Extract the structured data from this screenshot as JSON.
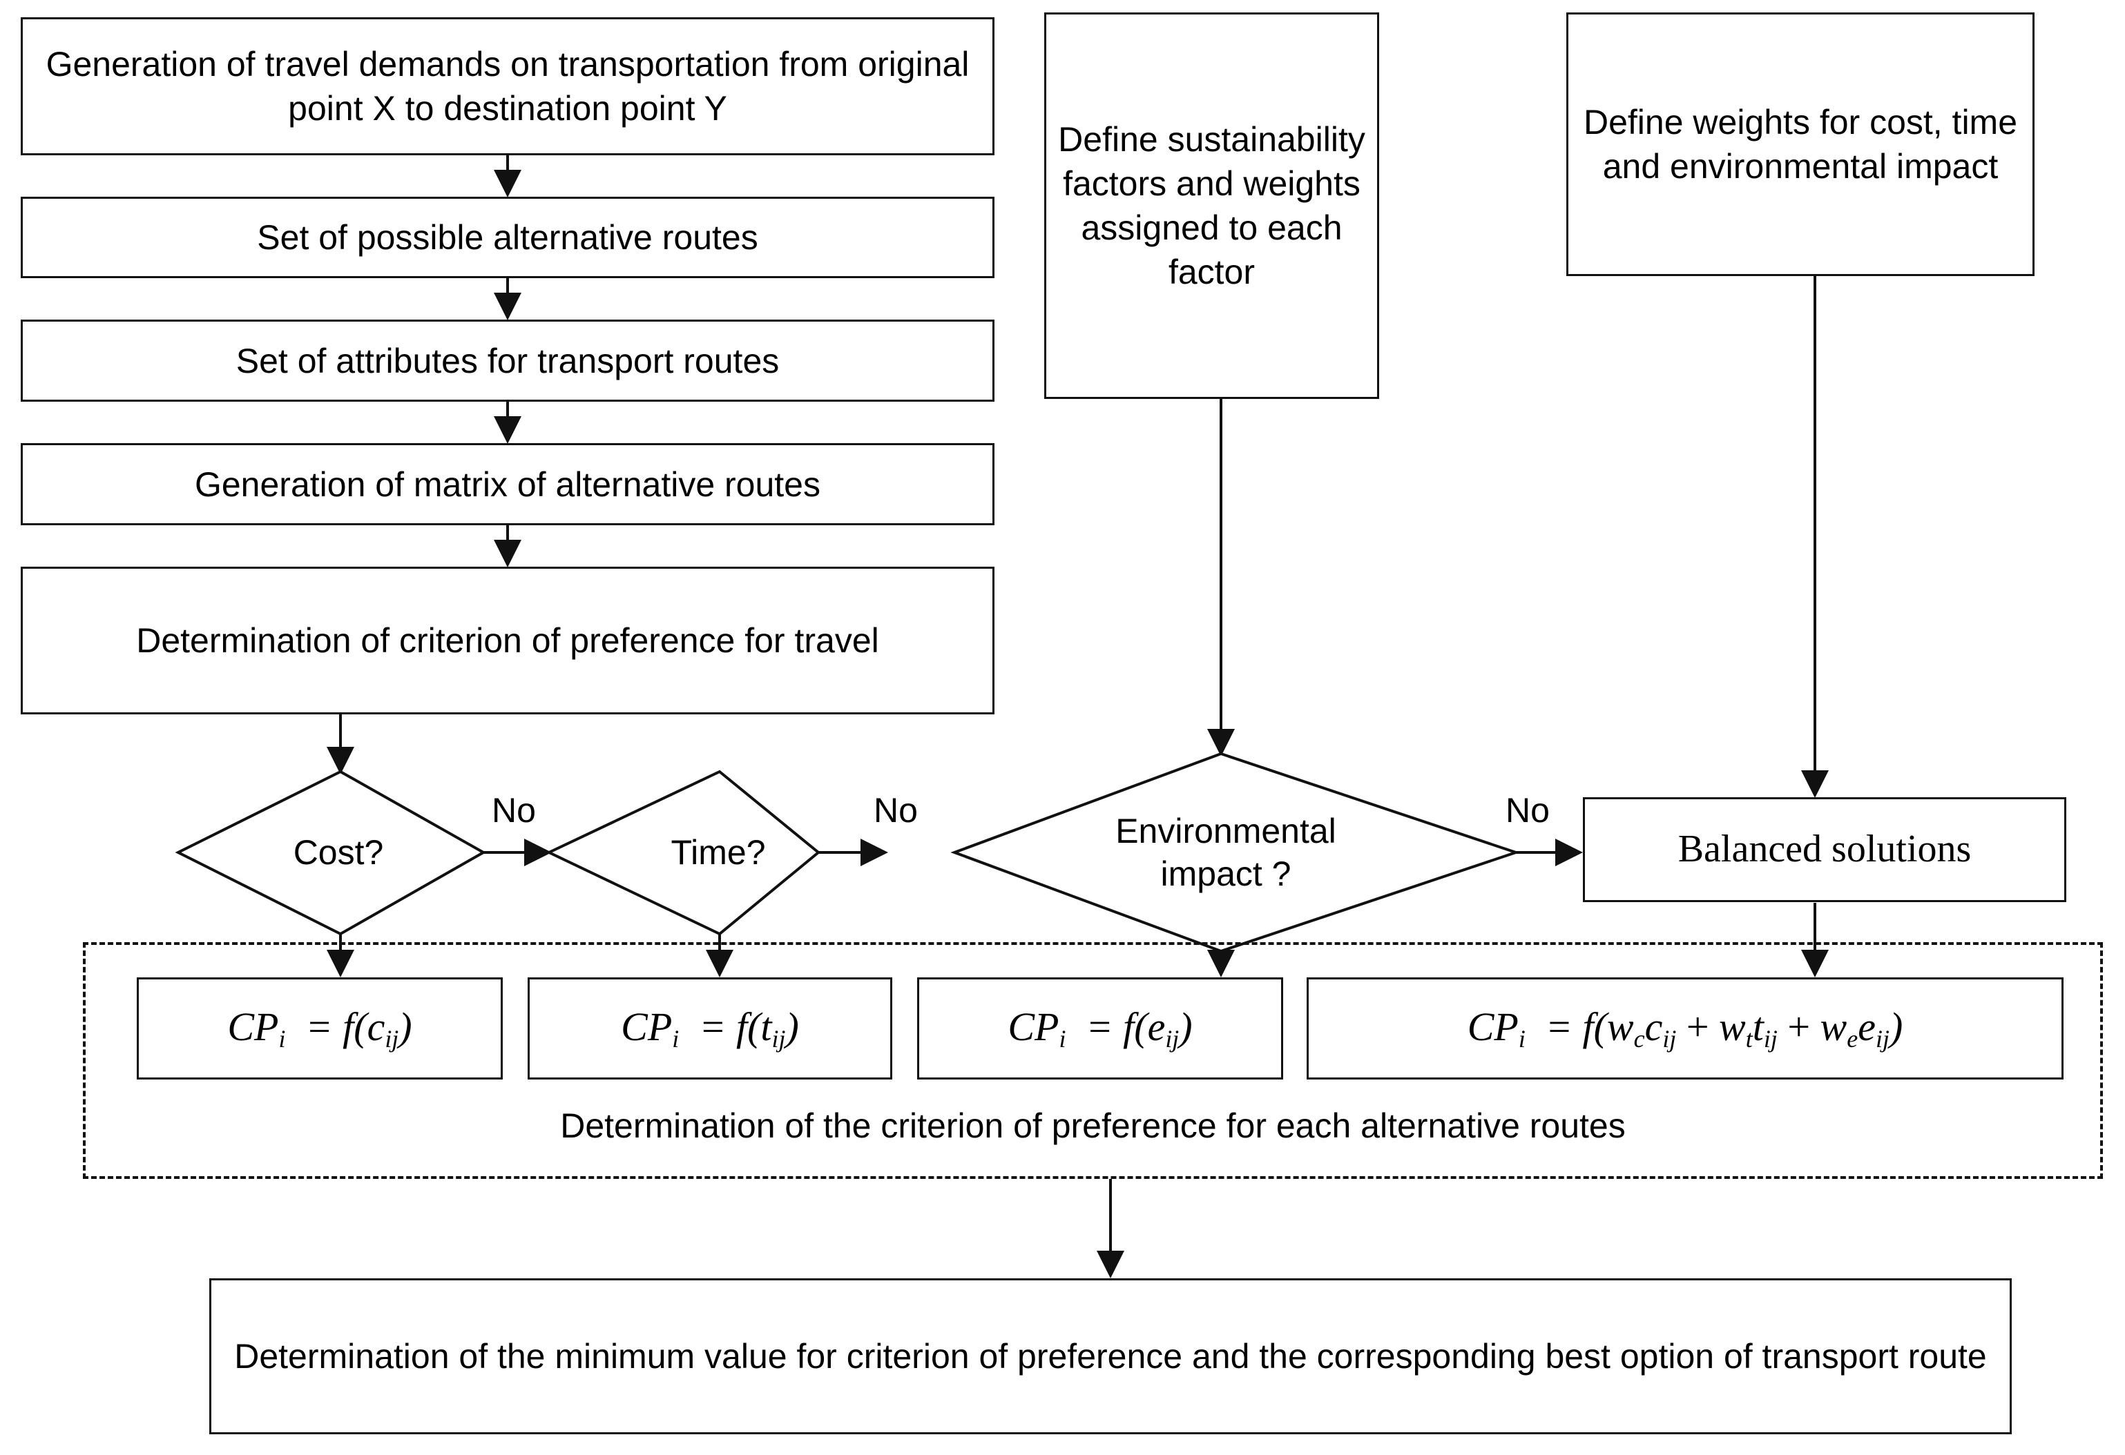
{
  "diagram": {
    "title": "Sustainable transport route selection flowchart",
    "colors": {
      "stroke": "#111111",
      "background": "#ffffff",
      "text": "#000000"
    },
    "left_chain": [
      {
        "id": "travel-demands",
        "label": "Generation of travel demands on transportation from original point X to destination point Y"
      },
      {
        "id": "alternative-routes",
        "label": "Set of possible alternative routes"
      },
      {
        "id": "attributes",
        "label": "Set of attributes for transport routes"
      },
      {
        "id": "matrix",
        "label": "Generation of matrix of alternative routes"
      },
      {
        "id": "criterion",
        "label": "Determination of criterion of preference for travel"
      }
    ],
    "inputs": [
      {
        "id": "sustainability-factors",
        "label": "Define sustainability factors and weights assigned to each factor"
      },
      {
        "id": "weights",
        "label": "Define weights for cost, time and environmental impact"
      }
    ],
    "decisions": [
      {
        "id": "cost",
        "label": "Cost?",
        "no_label": "No"
      },
      {
        "id": "time",
        "label": "Time?",
        "no_label": "No"
      },
      {
        "id": "environmental-impact",
        "label": "Environmental impact ?",
        "no_label": "No"
      }
    ],
    "balanced": {
      "id": "balanced-solutions",
      "label": "Balanced solutions"
    },
    "formulas": [
      {
        "id": "cp-cost",
        "lhs": "CP",
        "lhs_sub": "i",
        "rhs": "f(c",
        "rhs_sub": "ij",
        "tail": ")"
      },
      {
        "id": "cp-time",
        "lhs": "CP",
        "lhs_sub": "i",
        "rhs": "f(t",
        "rhs_sub": "ij",
        "tail": ")"
      },
      {
        "id": "cp-env",
        "lhs": "CP",
        "lhs_sub": "i",
        "rhs": "f(e",
        "rhs_sub": "ij",
        "tail": ")"
      },
      {
        "id": "cp-balanced",
        "text": "CP_i = f(w_c c_ij + w_t t_ij + w_e e_ij)"
      }
    ],
    "formula_plain": [
      "CPi = f(cij)",
      "CPi = f(tij)",
      "CPi = f(eij)",
      "CPi = f(wc cij + wt tij + we eij)"
    ],
    "group_caption": "Determination of the criterion of preference for each alternative routes",
    "outcome": {
      "id": "minimum-value",
      "label": "Determination of the minimum value for criterion of preference and the corresponding best option of transport route"
    }
  }
}
